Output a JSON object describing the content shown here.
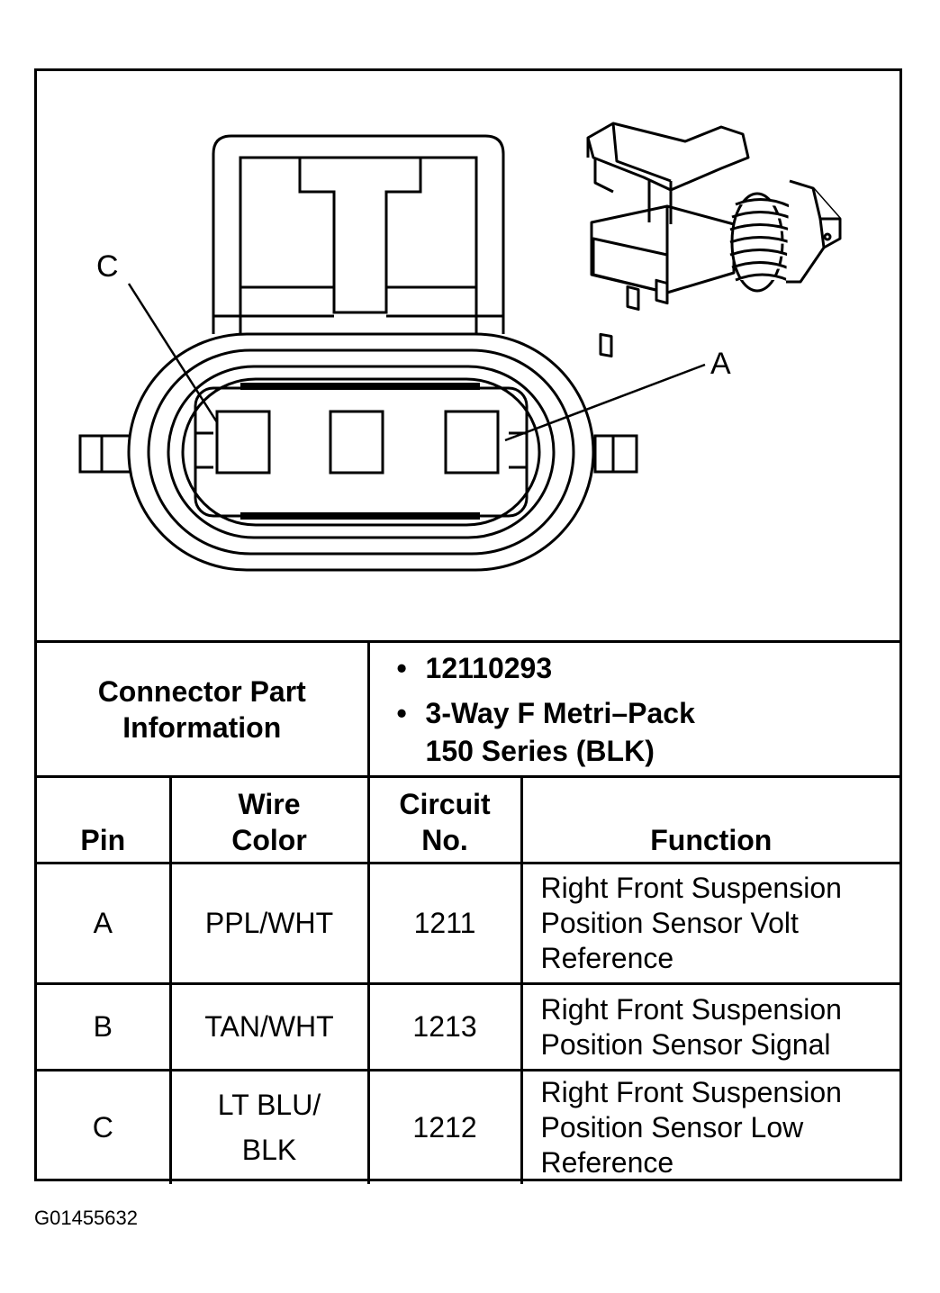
{
  "diagram": {
    "pin_callouts": [
      "C",
      "A"
    ]
  },
  "connector_info": {
    "label_line1": "Connector Part",
    "label_line2": "Information",
    "part_number": "12110293",
    "description_line1": "3-Way F Metri–Pack",
    "description_line2": "150 Series (BLK)"
  },
  "table": {
    "headers": {
      "pin": "Pin",
      "wire_color_line1": "Wire",
      "wire_color_line2": "Color",
      "circuit_line1": "Circuit",
      "circuit_line2": "No.",
      "function": "Function"
    },
    "rows": [
      {
        "pin": "A",
        "wire_color": "PPL/WHT",
        "circuit": "1211",
        "function_lines": [
          "Right Front Suspension",
          "Position Sensor Volt",
          "Reference"
        ]
      },
      {
        "pin": "B",
        "wire_color": "TAN/WHT",
        "circuit": "1213",
        "function_lines": [
          "Right Front Suspension",
          "Position Sensor Signal"
        ]
      },
      {
        "pin": "C",
        "wire_color_lines": [
          "LT BLU/",
          "BLK"
        ],
        "circuit": "1212",
        "function_lines": [
          "Right Front Suspension",
          "Position Sensor Low",
          "Reference"
        ]
      }
    ]
  },
  "figure_id": "G01455632"
}
